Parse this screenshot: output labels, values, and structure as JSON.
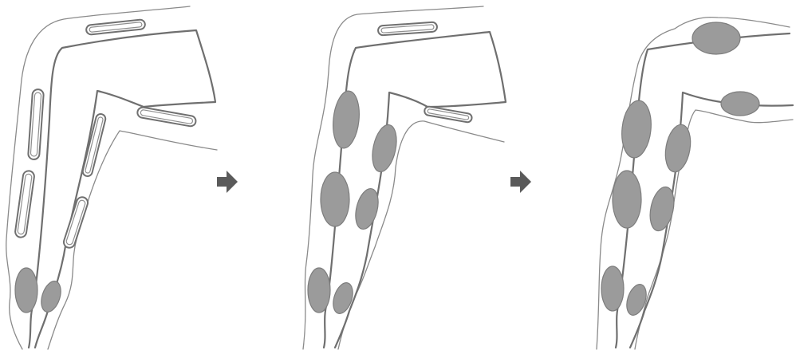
{
  "figure": {
    "stages": [
      "stage-1",
      "stage-2",
      "stage-3"
    ],
    "colors": {
      "outline": "#8a8a8a",
      "tract": "#6f6f6f",
      "swelling": "#9b9b9b",
      "arrow": "#5a5a5a",
      "background": "#ffffff"
    },
    "icons": [
      "right-arrow-icon",
      "right-arrow-icon"
    ]
  }
}
